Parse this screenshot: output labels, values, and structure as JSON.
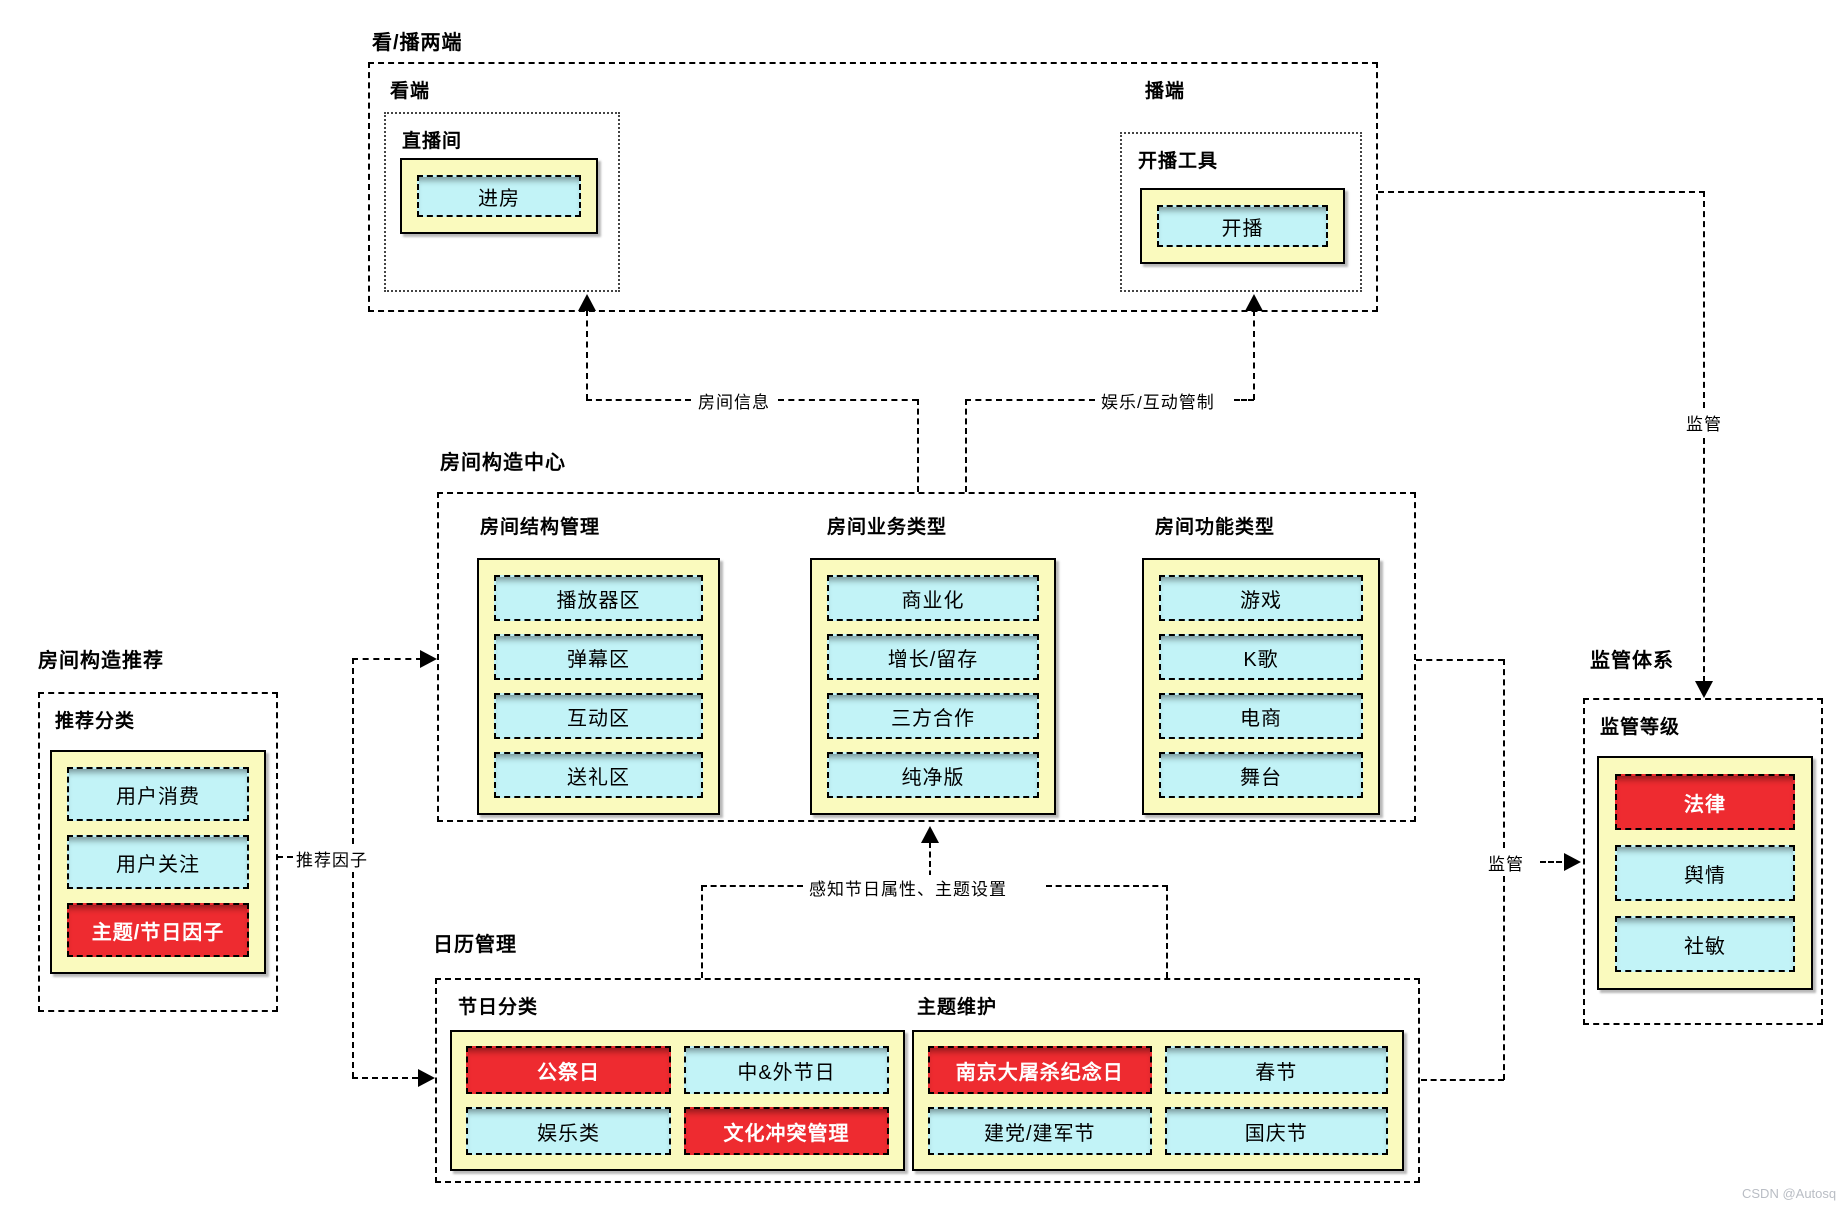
{
  "colors": {
    "container_yellow": "#fafabe",
    "item_cyan": "#c2f3f7",
    "item_red": "#ee2b30",
    "line": "#000000"
  },
  "watermark": "CSDN @Autosq",
  "sections": {
    "top": {
      "title": "看/播两端",
      "watch": {
        "label": "看端",
        "box": "直播间",
        "item": "进房"
      },
      "broadcast": {
        "label": "播端",
        "box": "开播工具",
        "item": "开播"
      }
    },
    "center": {
      "title": "房间构造中心",
      "columns": [
        {
          "label": "房间结构管理",
          "items": [
            "播放器区",
            "弹幕区",
            "互动区",
            "送礼区"
          ]
        },
        {
          "label": "房间业务类型",
          "items": [
            "商业化",
            "增长/留存",
            "三方合作",
            "纯净版"
          ]
        },
        {
          "label": "房间功能类型",
          "items": [
            "游戏",
            "K歌",
            "电商",
            "舞台"
          ]
        }
      ]
    },
    "left": {
      "title": "房间构造推荐",
      "group": "推荐分类",
      "items": [
        {
          "text": "用户消费",
          "highlight": false
        },
        {
          "text": "用户关注",
          "highlight": false
        },
        {
          "text": "主题/节日因子",
          "highlight": true
        }
      ]
    },
    "bottom": {
      "title": "日历管理",
      "groups": [
        {
          "label": "节日分类",
          "items": [
            {
              "text": "公祭日",
              "highlight": true
            },
            {
              "text": "中&外节日",
              "highlight": false
            },
            {
              "text": "娱乐类",
              "highlight": false
            },
            {
              "text": "文化冲突管理",
              "highlight": true
            }
          ]
        },
        {
          "label": "主题维护",
          "items": [
            {
              "text": "南京大屠杀纪念日",
              "highlight": true
            },
            {
              "text": "春节",
              "highlight": false
            },
            {
              "text": "建党/建军节",
              "highlight": false
            },
            {
              "text": "国庆节",
              "highlight": false
            }
          ]
        }
      ]
    },
    "right": {
      "title": "监管体系",
      "group": "监管等级",
      "items": [
        {
          "text": "法律",
          "highlight": true
        },
        {
          "text": "舆情",
          "highlight": false
        },
        {
          "text": "社敏",
          "highlight": false
        }
      ]
    }
  },
  "edges": {
    "room_info": "房间信息",
    "interact_control": "娱乐/互动管制",
    "supervise_top": "监管",
    "recommend_factor": "推荐因子",
    "festival_sense": "感知节日属性、主题设置",
    "supervise_right": "监管"
  }
}
